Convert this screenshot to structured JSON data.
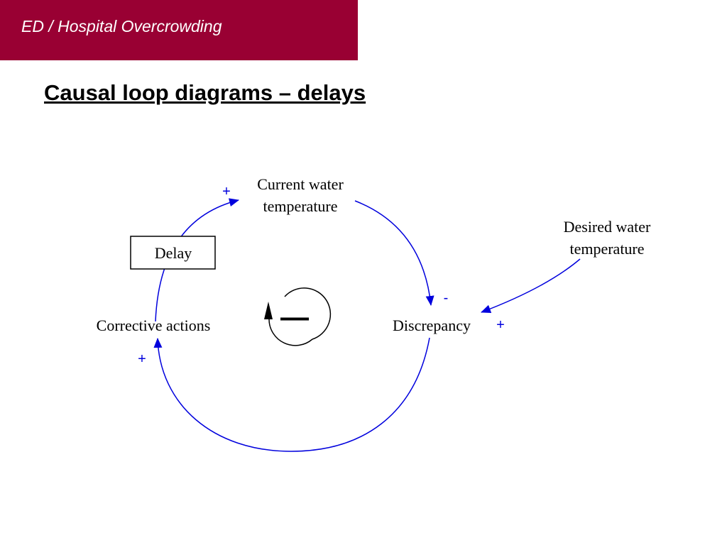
{
  "header": {
    "banner_text": "ED / Hospital Overcrowding",
    "banner_color": "#990033"
  },
  "slide": {
    "title": "Causal loop diagrams – delays"
  },
  "diagram": {
    "link_color": "#0000dd",
    "variables": {
      "current_temp_line1": "Current water",
      "current_temp_line2": "temperature",
      "desired_temp_line1": "Desired water",
      "desired_temp_line2": "temperature",
      "discrepancy": "Discrepancy",
      "corrective_actions": "Corrective actions"
    },
    "delay_label": "Delay",
    "polarities": {
      "corrective_to_current": "+",
      "current_to_discrepancy": "-",
      "desired_to_discrepancy": "+",
      "discrepancy_to_corrective": "+"
    },
    "loop_symbol": "—"
  }
}
